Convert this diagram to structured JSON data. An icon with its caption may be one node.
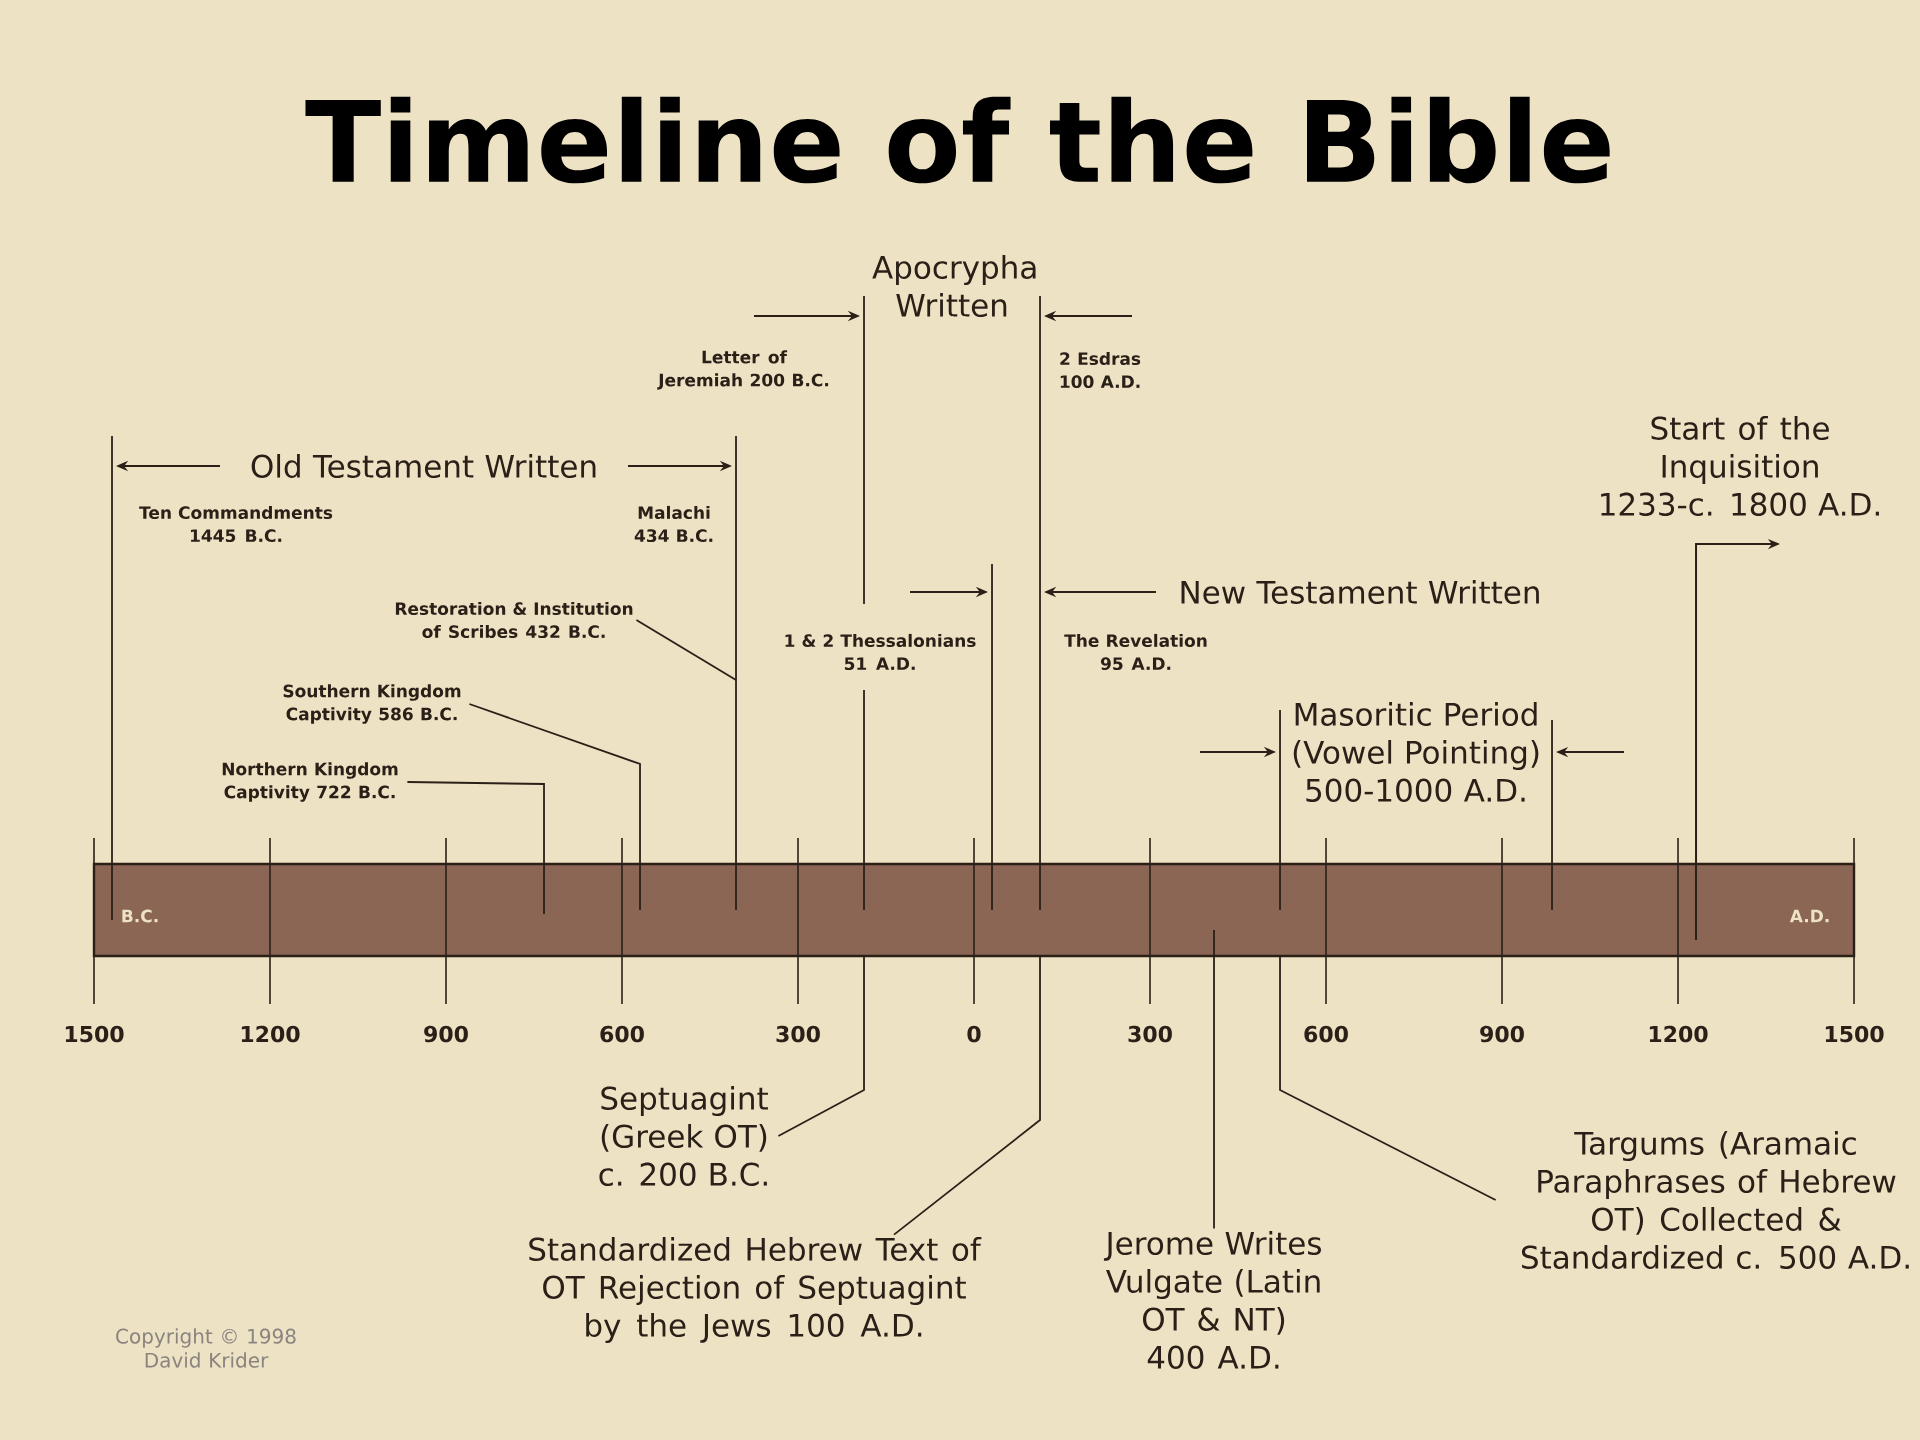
{
  "diagram": {
    "title": "Timeline of the Bible",
    "nodes": [
      {
        "text": [
          "Letter of Jeremiah 200 B.C."
        ]
      },
      {
        "text": [
          "2 Esdras 100 A.D."
        ]
      },
      {
        "text": [
          "Start of the Inquisition 1233-c. 1800 A.D."
        ]
      },
      {
        "text": [
          "Ten Commandments 1445 B.C."
        ]
      },
      {
        "text": [
          "Malachi 434 B.C."
        ]
      },
      {
        "text": [
          "Restoration & Institution of Scribes 432 B.C."
        ]
      },
      {
        "text": [
          "1 & 2 Thessalonians 51 A.D."
        ]
      },
      {
        "text": [
          "The Revelation 95 A.D."
        ]
      },
      {
        "text": [
          "Southern Kingdom Captivity 586 B.C."
        ]
      },
      {
        "text": [
          "Masoritic Period (Vowel Pointing) 500-1000 A.D."
        ]
      },
      {
        "text": [
          "Northern Kingdom Captivity 722 B.C."
        ]
      },
      {
        "text": [
          "Septuagint (Greek OT) c. 200 B.C."
        ]
      },
      {
        "text": [
          "Targums (Aramaic Paraphrases of Hebrew OT) Collected & Standardized c. 500 A.D."
        ]
      },
      {
        "text": [
          "Standardized Hebrew Text of OT Rejection of Septuagint by the Jews 100 A.D."
        ]
      },
      {
        "text": [
          "Jerome Writes Vulgate (Latin OT & NT) 400 A.D."
        ]
      }
    ],
    "edges": [
      {
        "from": 5,
        "to": null,
        "arrow": "none"
      },
      {
        "from": 8,
        "to": null,
        "arrow": "none"
      },
      {
        "from": 10,
        "to": null,
        "arrow": "none"
      },
      {
        "from": 11,
        "to": null,
        "arrow": "none"
      },
      {
        "from": 13,
        "to": null,
        "arrow": "none"
      },
      {
        "from": 14,
        "to": null,
        "arrow": "none"
      },
      {
        "from": 12,
        "to": null,
        "arrow": "none"
      }
    ],
    "labels": [
      "Old Testament Written",
      "Apocrypha Written",
      "New Testament Written",
      "1500",
      "1200",
      "900",
      "600",
      "300",
      "0",
      "300",
      "600",
      "900",
      "1200",
      "1500",
      "B.C.",
      "A.D.",
      "Copyright © 1998 David Krider"
    ]
  }
}
